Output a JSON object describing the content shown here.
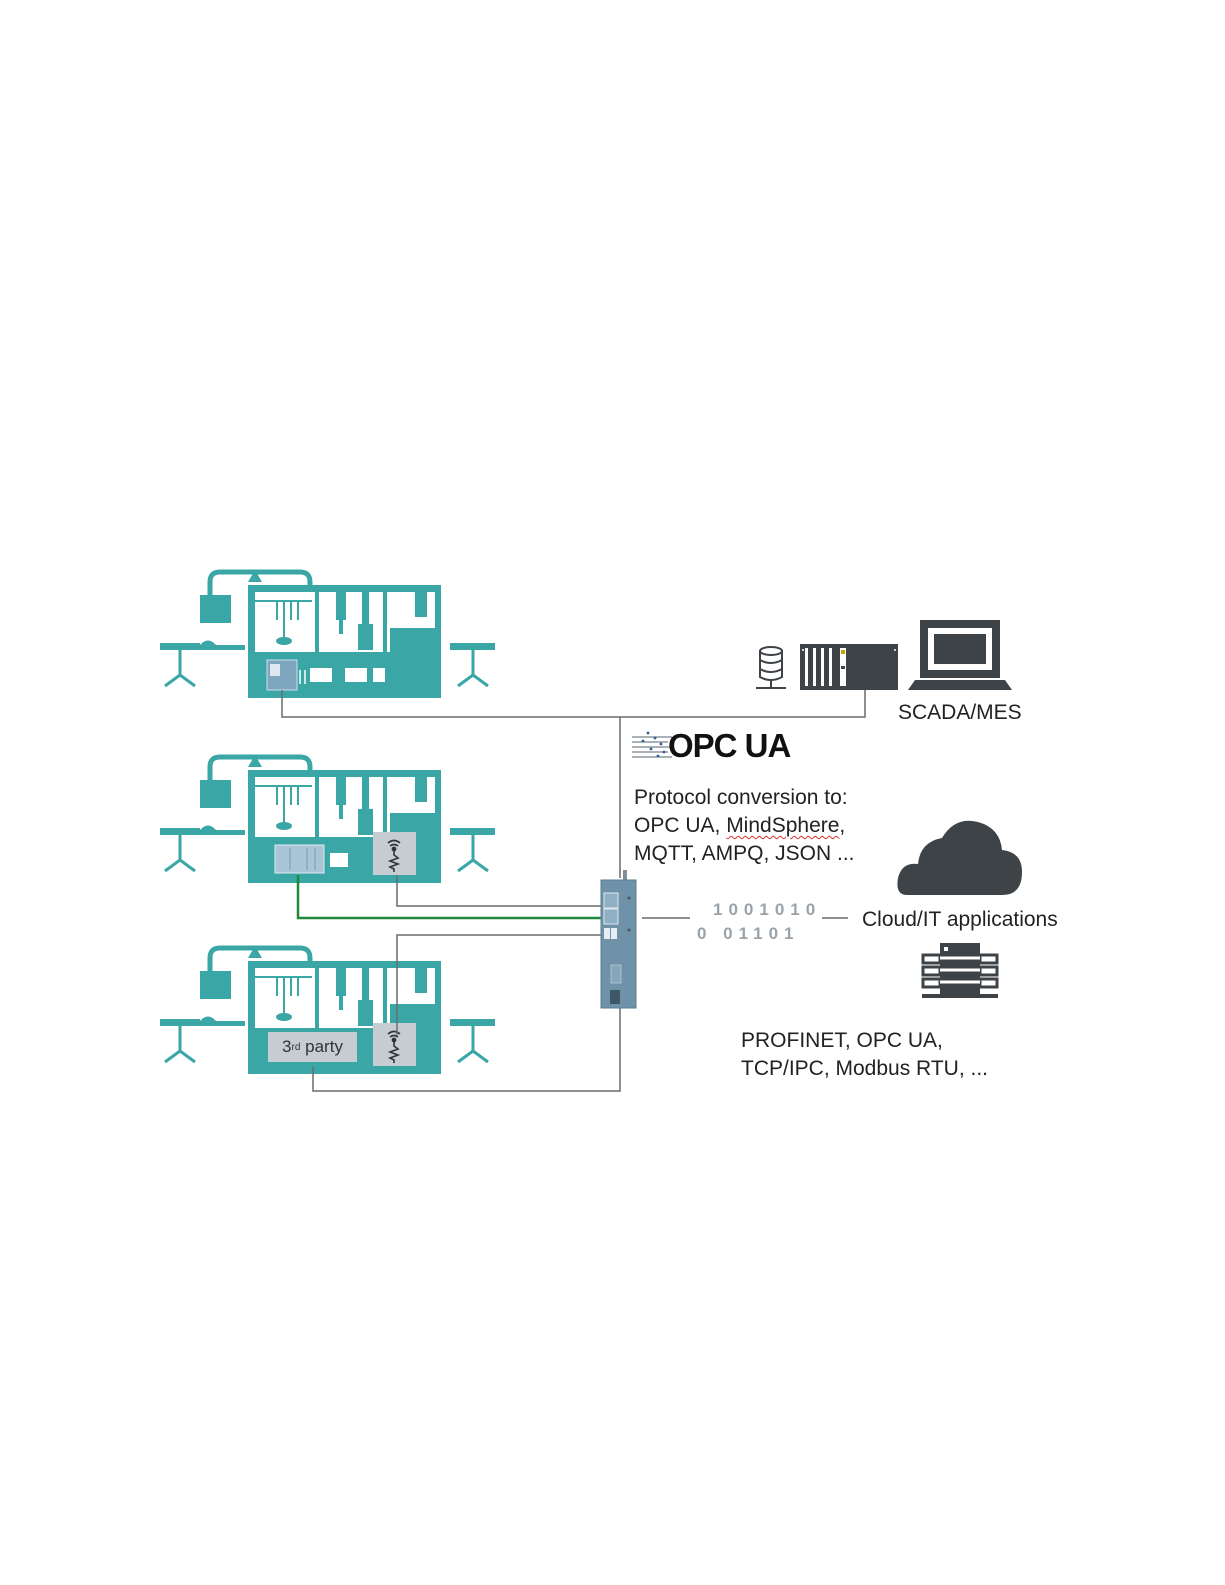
{
  "colors": {
    "machine": "#3aa6a6",
    "machine_inner": "#ffffff",
    "controller_panel": "#7ea6bf",
    "wireless_box": "#c5ccd2",
    "line_gray": "#6b6b6b",
    "line_green": "#1e8a3a",
    "dark_icon": "#3d4347",
    "gateway_device": "#6f92a8",
    "binary_text": "#9aa3aa"
  },
  "machines": [
    {
      "id": "machine-1",
      "controller": "plc"
    },
    {
      "id": "machine-2",
      "controller": "plc",
      "extra": "wireless-sensor"
    },
    {
      "id": "machine-3",
      "controller": "third-party",
      "extra": "wireless-sensor",
      "third_party_label": "3",
      "third_party_sup": "rd",
      "third_party_suffix": " party"
    }
  ],
  "scada": {
    "label": "SCADA/MES",
    "icons": [
      "database-icon",
      "server-rack-icon",
      "laptop-icon"
    ]
  },
  "opc_ua": {
    "logo_text": "OPC UA",
    "protocol_lines": [
      "Protocol conversion to:",
      "OPC UA, ",
      "MindSphere",
      ",",
      "MQTT, AMPQ, JSON ..."
    ]
  },
  "gateway": {
    "binary_line_1": "1001010",
    "binary_line_2": "0 01101"
  },
  "cloud": {
    "label": "Cloud/IT applications",
    "icons": [
      "cloud-icon",
      "server-stack-icon"
    ]
  },
  "fieldbus": {
    "line_1": "PROFINET, OPC UA,",
    "line_2": "TCP/IPC, Modbus RTU, ..."
  }
}
